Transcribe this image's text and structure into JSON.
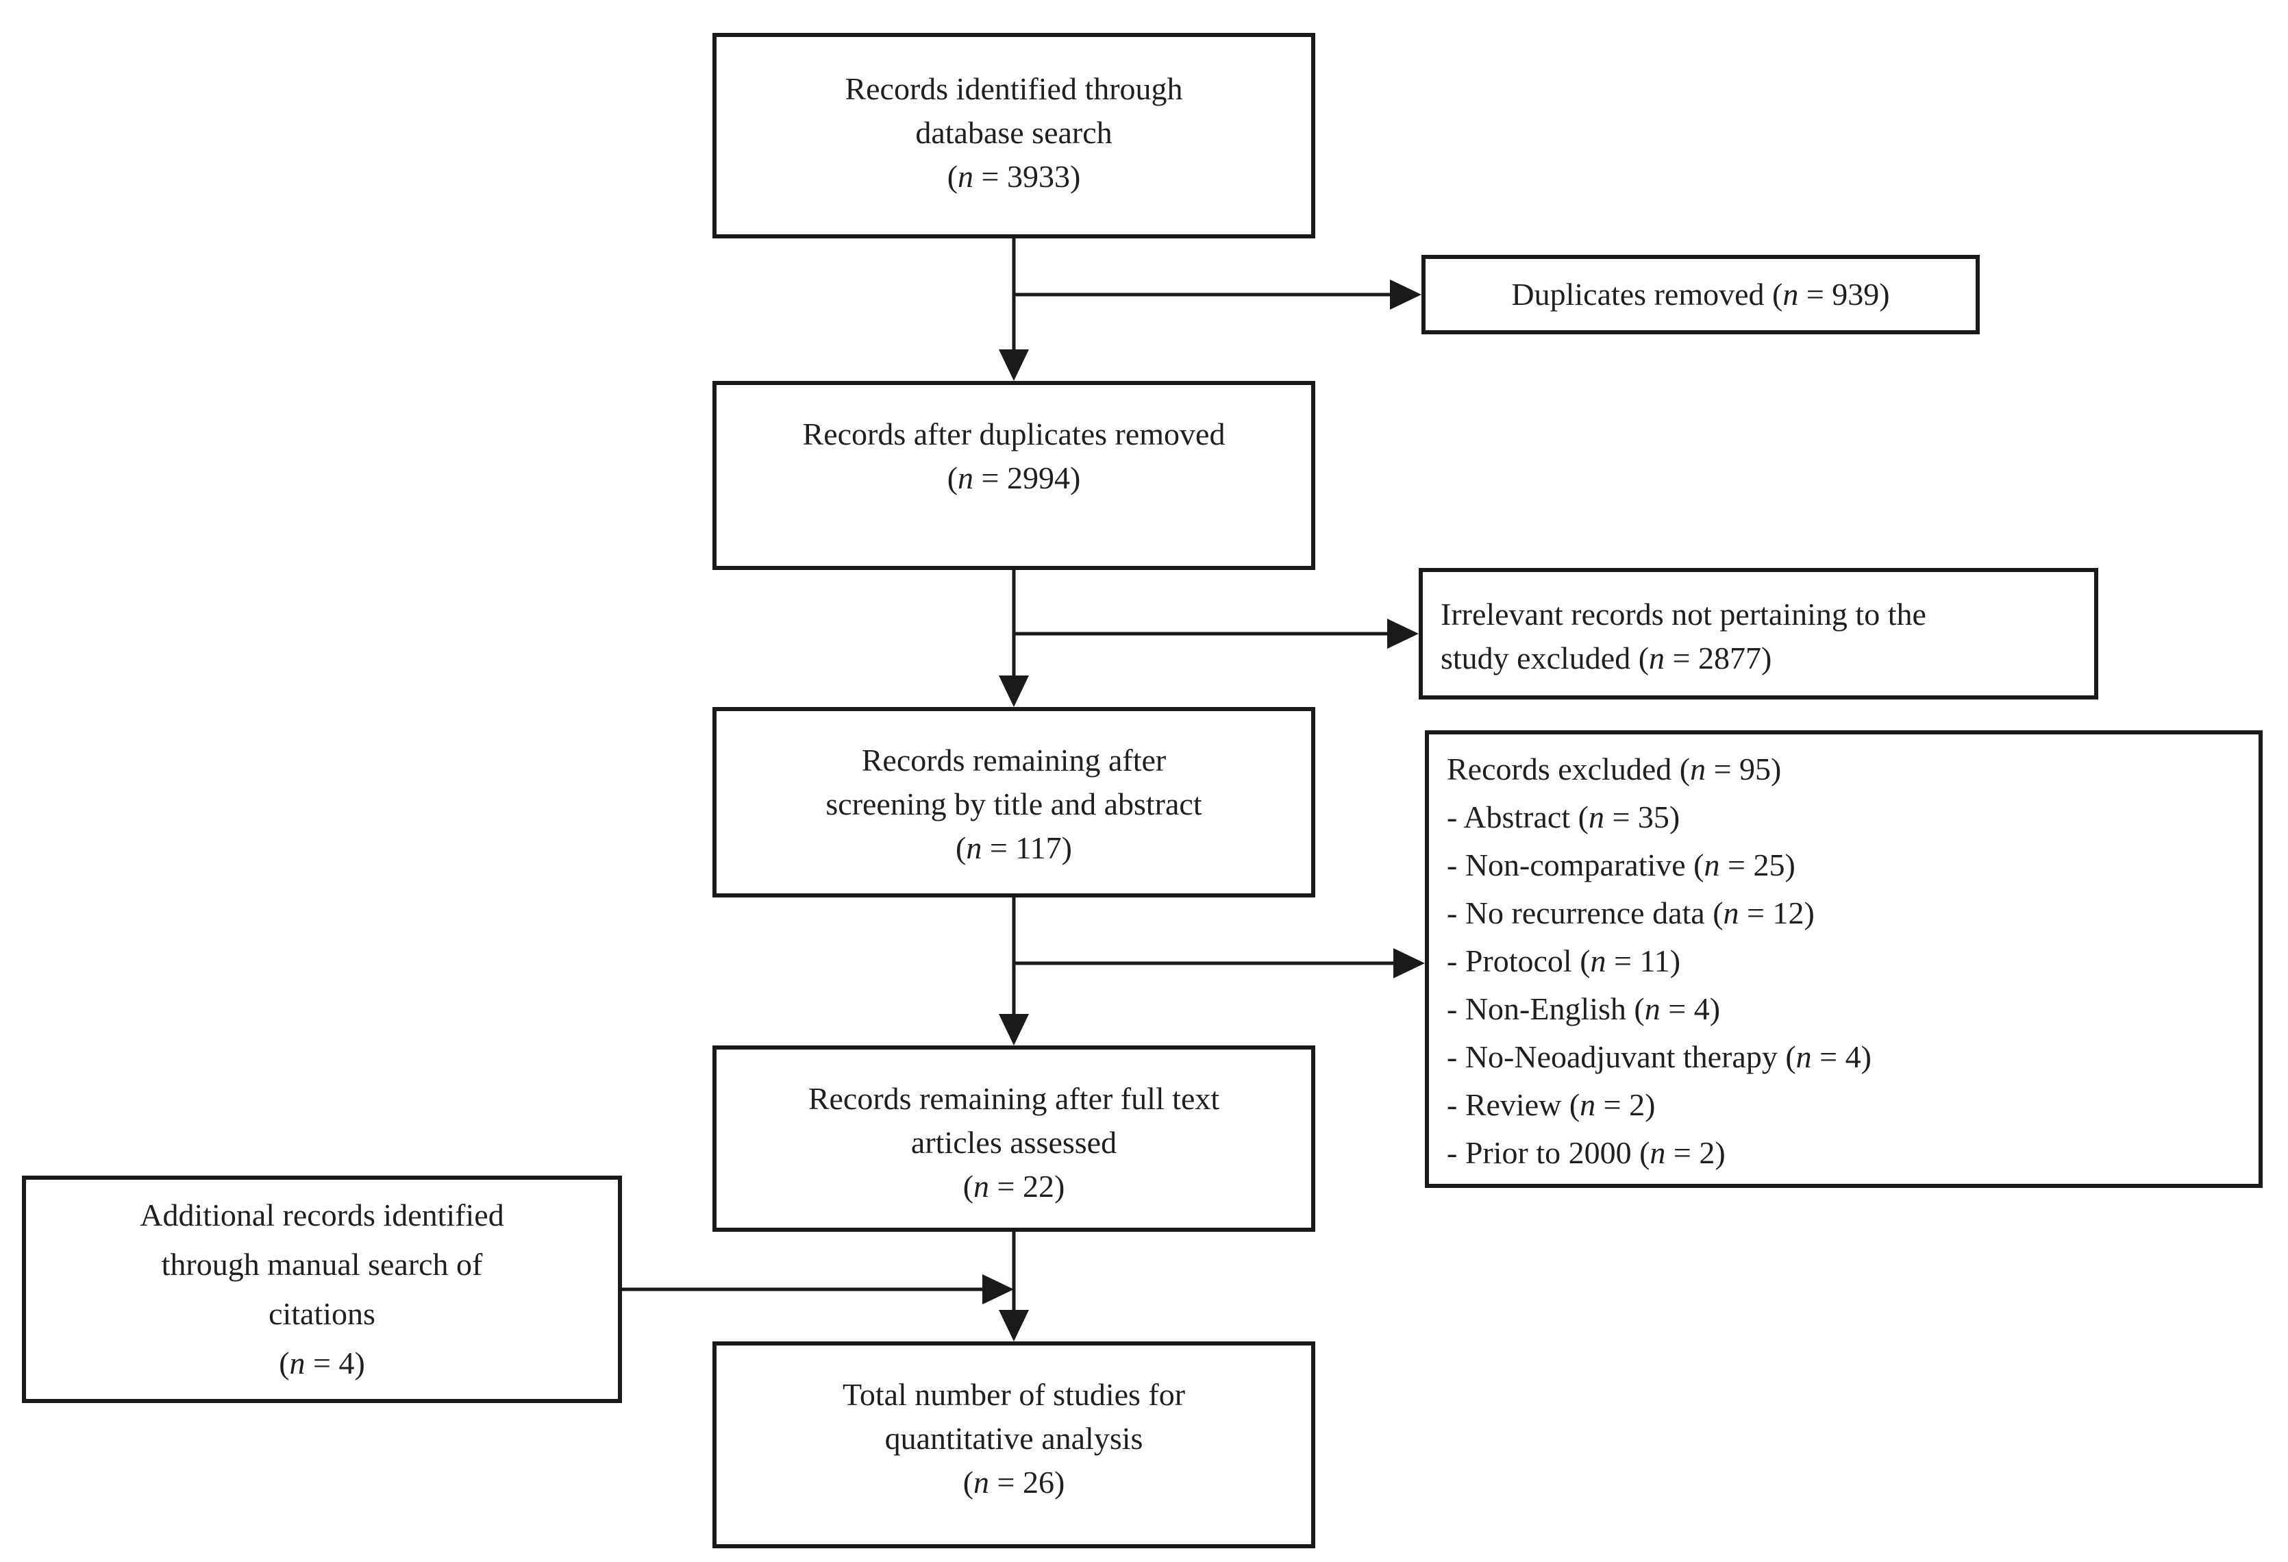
{
  "colors": {
    "line": "#1a1a1a",
    "text": "#1f1f1f",
    "background": "#ffffff"
  },
  "flowchart": {
    "boxes": {
      "identified": {
        "lines": [
          "Records identified through",
          "database search",
          "(n = 3933)"
        ]
      },
      "duplicates_removed": {
        "lines": [
          "Duplicates removed (n = 939)"
        ]
      },
      "after_duplicates": {
        "lines": [
          "Records after duplicates removed",
          "(n = 2994)"
        ]
      },
      "irrelevant": {
        "lines": [
          "Irrelevant records not pertaining to the",
          "study excluded (n = 2877)"
        ]
      },
      "screening": {
        "lines": [
          "Records remaining after",
          "screening by title and abstract",
          "(n = 117)"
        ]
      },
      "excluded_list": {
        "lines": [
          "Records excluded (n = 95)",
          "- Abstract (n = 35)",
          "- Non-comparative (n = 25)",
          "- No recurrence data (n = 12)",
          "- Protocol (n = 11)",
          "- Non-English (n = 4)",
          "- No-Neoadjuvant therapy (n = 4)",
          "- Review (n = 2)",
          "- Prior to 2000 (n = 2)"
        ]
      },
      "full_text": {
        "lines": [
          "Records remaining after full text",
          "articles assessed",
          "(n = 22)"
        ]
      },
      "additional": {
        "lines": [
          "Additional records identified",
          "through manual search of",
          "citations",
          "(n = 4)"
        ]
      },
      "total": {
        "lines": [
          "Total number of studies for",
          "quantitative analysis",
          "(n = 26)"
        ]
      }
    }
  }
}
